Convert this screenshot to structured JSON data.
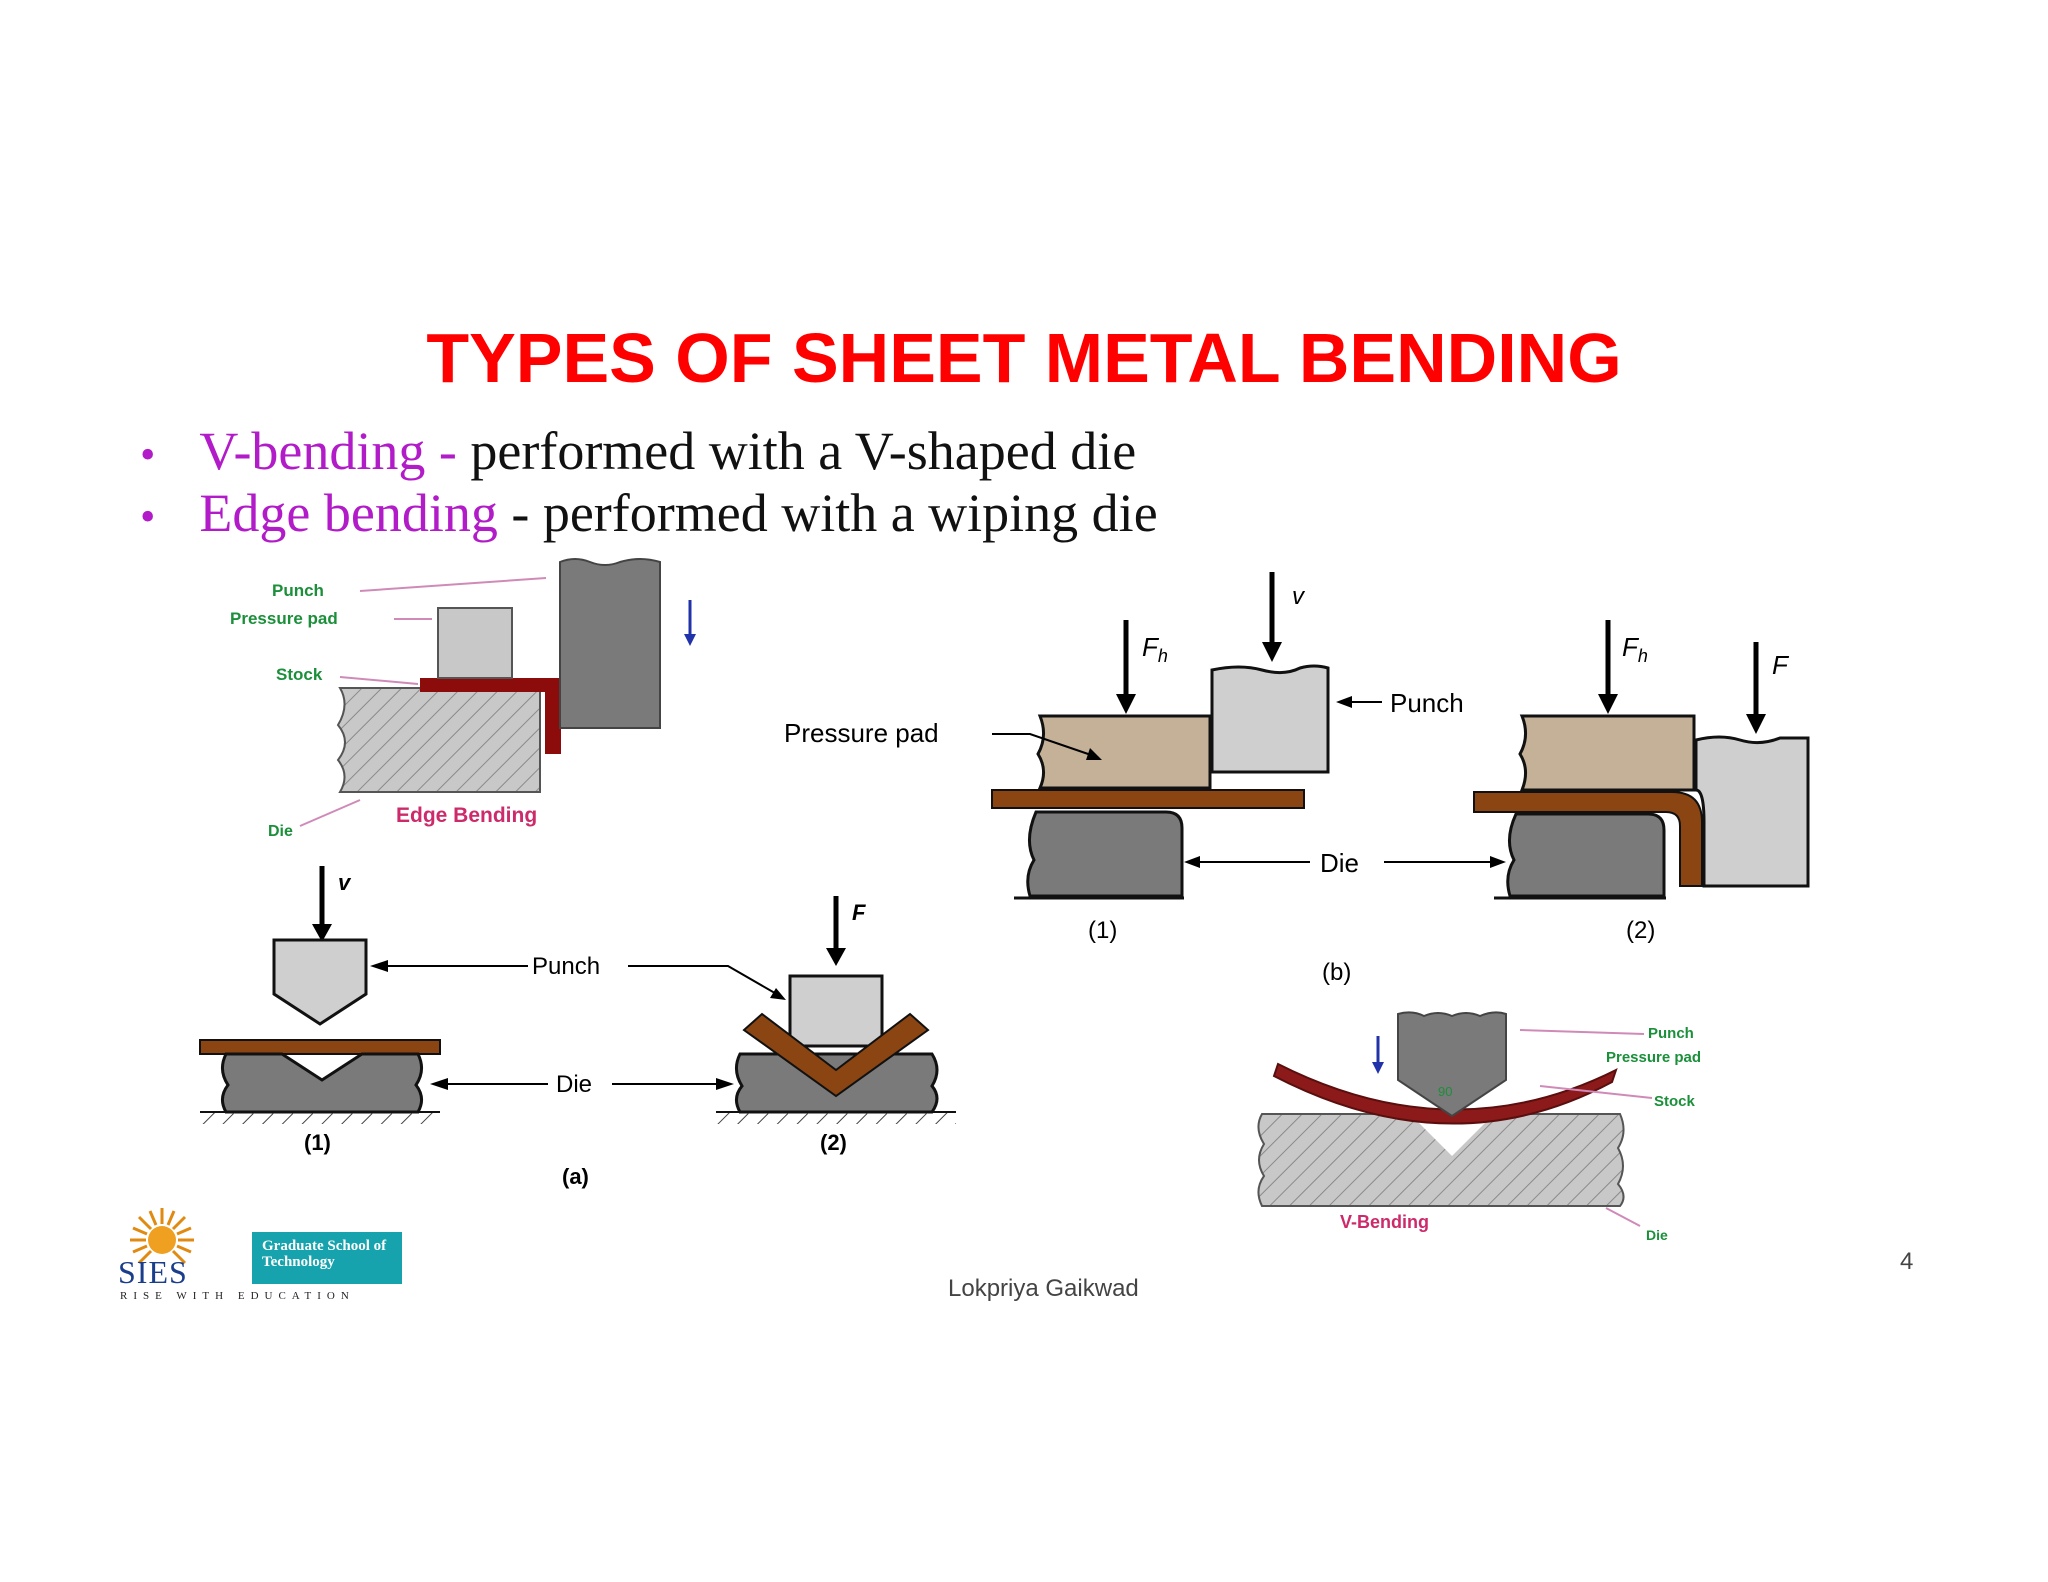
{
  "title": "TYPES OF SHEET METAL BENDING",
  "bullets": [
    {
      "marker": "•",
      "term": "V-bending -",
      "text": " performed with a V-shaped die"
    },
    {
      "marker": "•",
      "term": "Edge bending",
      "text": " - performed with a wiping die"
    }
  ],
  "figure_edge": {
    "punch": "Punch",
    "pressure_pad": "Pressure pad",
    "stock": "Stock",
    "die": "Die",
    "caption": "Edge Bending"
  },
  "figure_a": {
    "v_label": "v",
    "f_label": "F",
    "punch": "Punch",
    "die": "Die",
    "sub1": "(1)",
    "sub2": "(2)",
    "caption": "(a)"
  },
  "figure_b": {
    "fh1": "F",
    "fh2": "F",
    "fh_sub": "h",
    "v_label": "v",
    "f_label": "F",
    "punch": "Punch",
    "pressure_pad": "Pressure pad",
    "die": "Die",
    "sub1": "(1)",
    "sub2": "(2)",
    "caption": "(b)"
  },
  "figure_v": {
    "punch": "Punch",
    "pressure_pad": "Pressure pad",
    "stock": "Stock",
    "die": "Die",
    "angle": "90",
    "caption": "V-Bending"
  },
  "logo": {
    "brand": "SIES",
    "school": "Graduate School of Technology",
    "motto": "RISE WITH EDUCATION"
  },
  "footer": {
    "author": "Lokpriya Gaikwad",
    "page": "4"
  }
}
